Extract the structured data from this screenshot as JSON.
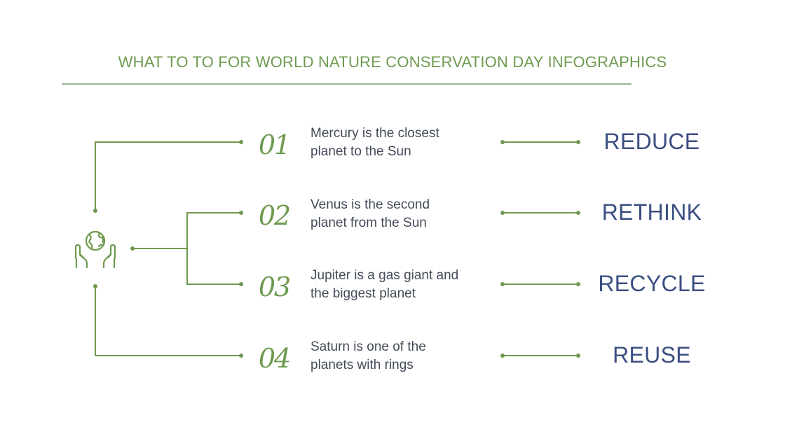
{
  "title": "WHAT TO TO FOR WORLD NATURE CONSERVATION DAY INFOGRAPHICS",
  "colors": {
    "accent_green": "#6e9a4f",
    "label_blue": "#3b4e82",
    "text_gray": "#444b59",
    "rule_green": "#9bb58a"
  },
  "center_icon": "hands-holding-globe-icon",
  "items": [
    {
      "number": "01",
      "description_line1": "Mercury is the closest",
      "description_line2": "planet to the Sun",
      "label": "REDUCE"
    },
    {
      "number": "02",
      "description_line1": "Venus is the second",
      "description_line2": "planet from the Sun",
      "label": "RETHINK"
    },
    {
      "number": "03",
      "description_line1": "Jupiter is a gas giant and",
      "description_line2": "the biggest planet",
      "label": "RECYCLE"
    },
    {
      "number": "04",
      "description_line1": "Saturn is one of the",
      "description_line2": "planets with rings",
      "label": "REUSE"
    }
  ]
}
